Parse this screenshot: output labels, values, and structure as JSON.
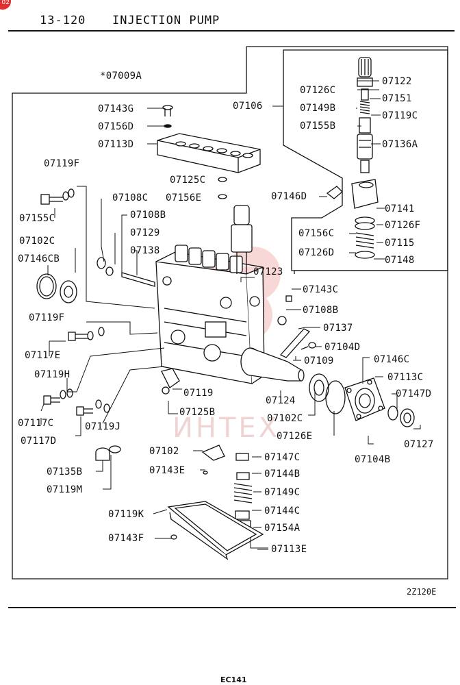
{
  "header": {
    "section": "13-120",
    "title": "INJECTION PUMP",
    "corner_badge": "02"
  },
  "assembly_label": "*07009A",
  "parts": [
    {
      "id": "p07143G",
      "text": "07143G"
    },
    {
      "id": "p07156D",
      "text": "07156D"
    },
    {
      "id": "p07113D",
      "text": "07113D"
    },
    {
      "id": "p07106",
      "text": "07106"
    },
    {
      "id": "p07122",
      "text": "07122"
    },
    {
      "id": "p07126C",
      "text": "07126C"
    },
    {
      "id": "p07151",
      "text": "07151"
    },
    {
      "id": "p07149B",
      "text": "07149B"
    },
    {
      "id": "p07119C",
      "text": "07119C"
    },
    {
      "id": "p07155B",
      "text": "07155B"
    },
    {
      "id": "p07136A",
      "text": "07136A"
    },
    {
      "id": "p07119F_top",
      "text": "07119F"
    },
    {
      "id": "p07155C",
      "text": "07155C"
    },
    {
      "id": "p07125C",
      "text": "07125C"
    },
    {
      "id": "p07108C",
      "text": "07108C"
    },
    {
      "id": "p07156E",
      "text": "07156E"
    },
    {
      "id": "p07146D",
      "text": "07146D"
    },
    {
      "id": "p07141",
      "text": "07141"
    },
    {
      "id": "p07108B_top",
      "text": "07108B"
    },
    {
      "id": "p07126F",
      "text": "07126F"
    },
    {
      "id": "p07129",
      "text": "07129"
    },
    {
      "id": "p07156C",
      "text": "07156C"
    },
    {
      "id": "p07115",
      "text": "07115"
    },
    {
      "id": "p07102C_left",
      "text": "07102C"
    },
    {
      "id": "p07138",
      "text": "07138"
    },
    {
      "id": "p07126D",
      "text": "07126D"
    },
    {
      "id": "p07148",
      "text": "07148"
    },
    {
      "id": "p07146CB",
      "text": "07146CB"
    },
    {
      "id": "p07123",
      "text": "07123"
    },
    {
      "id": "p07143C",
      "text": "07143C"
    },
    {
      "id": "p07119F_mid",
      "text": "07119F"
    },
    {
      "id": "p07108B_mid",
      "text": "07108B"
    },
    {
      "id": "p07137",
      "text": "07137"
    },
    {
      "id": "p07117E",
      "text": "07117E"
    },
    {
      "id": "p07104D",
      "text": "07104D"
    },
    {
      "id": "p07109",
      "text": "07109"
    },
    {
      "id": "p07146C",
      "text": "07146C"
    },
    {
      "id": "p07119H",
      "text": "07119H"
    },
    {
      "id": "p07113C",
      "text": "07113C"
    },
    {
      "id": "p07119",
      "text": "07119"
    },
    {
      "id": "p07124",
      "text": "07124"
    },
    {
      "id": "p07147D",
      "text": "07147D"
    },
    {
      "id": "p07117C",
      "text": "07117C"
    },
    {
      "id": "p07125B",
      "text": "07125B"
    },
    {
      "id": "p07102C_bot",
      "text": "07102C"
    },
    {
      "id": "p07119J",
      "text": "07119J"
    },
    {
      "id": "p07117D",
      "text": "07117D"
    },
    {
      "id": "p07126E",
      "text": "07126E"
    },
    {
      "id": "p07127",
      "text": "07127"
    },
    {
      "id": "p07102",
      "text": "07102"
    },
    {
      "id": "p07147C",
      "text": "07147C"
    },
    {
      "id": "p07104B",
      "text": "07104B"
    },
    {
      "id": "p07135B",
      "text": "07135B"
    },
    {
      "id": "p07143E",
      "text": "07143E"
    },
    {
      "id": "p07144B",
      "text": "07144B"
    },
    {
      "id": "p07119M",
      "text": "07119M"
    },
    {
      "id": "p07149C",
      "text": "07149C"
    },
    {
      "id": "p07119K",
      "text": "07119K"
    },
    {
      "id": "p07144C",
      "text": "07144C"
    },
    {
      "id": "p07154A",
      "text": "07154A"
    },
    {
      "id": "p07143F",
      "text": "07143F"
    },
    {
      "id": "p07113E",
      "text": "07113E"
    }
  ],
  "figure_code": "2Z120E",
  "watermark": "ИНТЕХ",
  "footer": "EC141"
}
